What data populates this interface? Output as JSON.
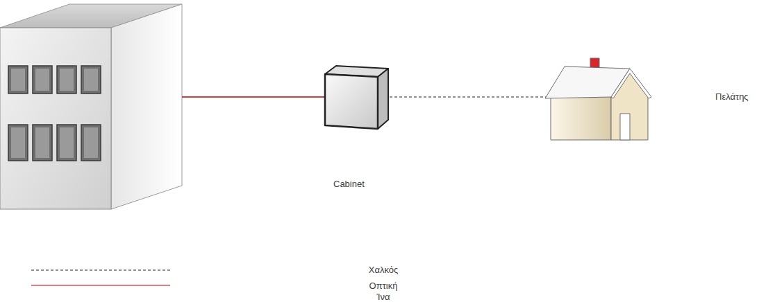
{
  "diagram": {
    "nodes": [
      {
        "text": [
          "Cabinet"
        ]
      },
      {
        "text": [
          "Πελάτης"
        ]
      }
    ],
    "edges": [
      {
        "from": 0,
        "to": 1,
        "arrow": "none"
      }
    ],
    "legend": [
      {
        "text": "Χαλκός"
      },
      {
        "text": "Οπτική Ίνα"
      }
    ]
  }
}
